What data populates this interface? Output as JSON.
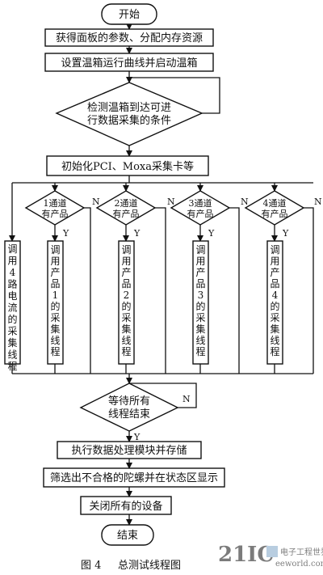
{
  "figure": {
    "caption_num": "图 4",
    "caption_title": "总测试线程图"
  },
  "nodes": {
    "start": "开始",
    "get_params": "获得面板的参数、分配内存资源",
    "set_oven": "设置温箱运行曲线并启动温箱",
    "check_line1": "检测温箱到达可进",
    "check_line2": "行数据采集的条件",
    "init": "初始化PCI、Moxa采集卡等",
    "ch1_line1": "1通道",
    "ch1_line2": "有产品",
    "ch2_line1": "2通道",
    "ch2_line2": "有产品",
    "ch3_line1": "3通道",
    "ch3_line2": "有产品",
    "ch4_line1": "4通道",
    "ch4_line2": "有产品",
    "current_thread": "调用4路电流的采集线程",
    "prod1": "调用产品1的采集线程",
    "prod2": "调用产品2的采集线程",
    "prod3": "调用产品3的采集线程",
    "prod4": "调用产品4的采集线程",
    "wait_line1": "等待所有",
    "wait_line2": "线程结束",
    "process": "执行数据处理模块并存储",
    "screen": "筛选出不合格的陀螺并在状态区显示",
    "close": "关闭所有的设备",
    "end": "结束"
  },
  "labels": {
    "yes": "Y",
    "no": "N"
  },
  "watermark": {
    "number": "21IC",
    "cn": "电子工程世界",
    "url": "eeworld.com.cn"
  }
}
